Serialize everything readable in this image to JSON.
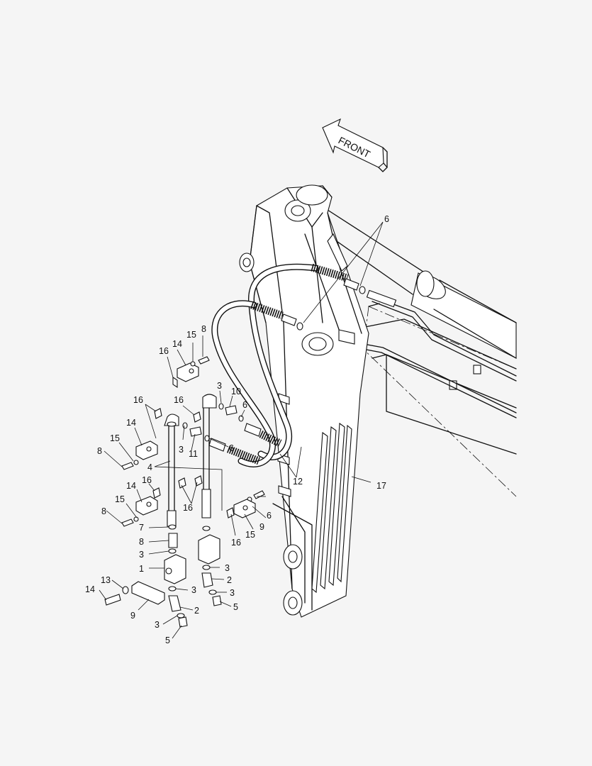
{
  "direction_label": "FRONT",
  "callouts": [
    {
      "id": "c1",
      "text": "1"
    },
    {
      "id": "c2a",
      "text": "2"
    },
    {
      "id": "c2b",
      "text": "2"
    },
    {
      "id": "c3a",
      "text": "3"
    },
    {
      "id": "c3b",
      "text": "3"
    },
    {
      "id": "c3c",
      "text": "3"
    },
    {
      "id": "c3d",
      "text": "3"
    },
    {
      "id": "c3e",
      "text": "3"
    },
    {
      "id": "c3f",
      "text": "3"
    },
    {
      "id": "c3g",
      "text": "3"
    },
    {
      "id": "c4",
      "text": "4"
    },
    {
      "id": "c5a",
      "text": "5"
    },
    {
      "id": "c5b",
      "text": "5"
    },
    {
      "id": "c6a",
      "text": "6"
    },
    {
      "id": "c6b",
      "text": "6"
    },
    {
      "id": "c6c",
      "text": "6"
    },
    {
      "id": "c6d",
      "text": "6"
    },
    {
      "id": "c7",
      "text": "7"
    },
    {
      "id": "c8a",
      "text": "8"
    },
    {
      "id": "c8b",
      "text": "8"
    },
    {
      "id": "c8c",
      "text": "8"
    },
    {
      "id": "c8d",
      "text": "8"
    },
    {
      "id": "c9a",
      "text": "9"
    },
    {
      "id": "c9b",
      "text": "9"
    },
    {
      "id": "c10",
      "text": "10"
    },
    {
      "id": "c11",
      "text": "11"
    },
    {
      "id": "c12",
      "text": "12"
    },
    {
      "id": "c13",
      "text": "13"
    },
    {
      "id": "c14a",
      "text": "14"
    },
    {
      "id": "c14b",
      "text": "14"
    },
    {
      "id": "c14c",
      "text": "14"
    },
    {
      "id": "c14d",
      "text": "14"
    },
    {
      "id": "c15a",
      "text": "15"
    },
    {
      "id": "c15b",
      "text": "15"
    },
    {
      "id": "c15c",
      "text": "15"
    },
    {
      "id": "c15d",
      "text": "15"
    },
    {
      "id": "c16a",
      "text": "16"
    },
    {
      "id": "c16b",
      "text": "16"
    },
    {
      "id": "c16c",
      "text": "16"
    },
    {
      "id": "c16d",
      "text": "16"
    },
    {
      "id": "c16e",
      "text": "16"
    },
    {
      "id": "c16f",
      "text": "16"
    },
    {
      "id": "c17",
      "text": "17"
    }
  ]
}
